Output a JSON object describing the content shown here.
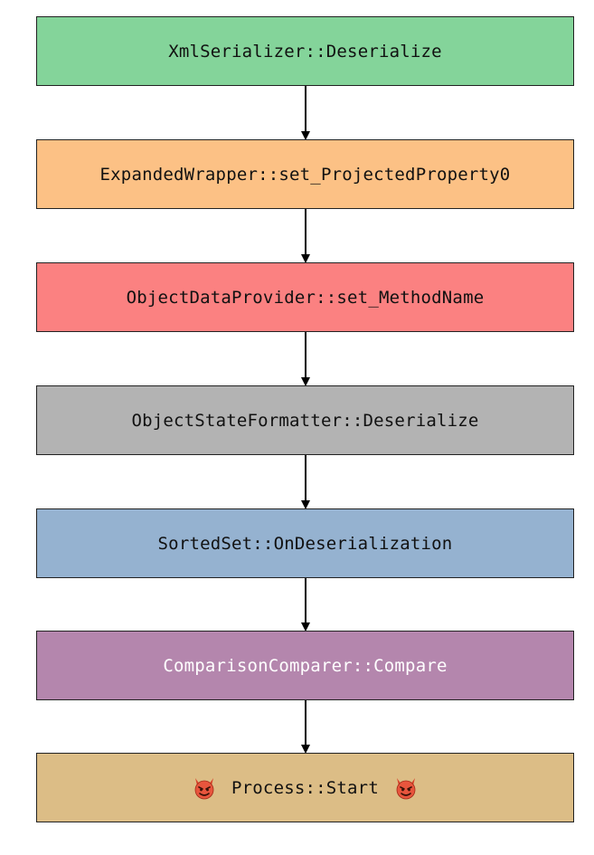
{
  "diagram": {
    "nodes": [
      {
        "label": "XmlSerializer::Deserialize",
        "color": "#84d49a"
      },
      {
        "label": "ExpandedWrapper::set_ProjectedProperty0",
        "color": "#fcc185"
      },
      {
        "label": "ObjectDataProvider::set_MethodName",
        "color": "#fb8181"
      },
      {
        "label": "ObjectStateFormatter::Deserialize",
        "color": "#b3b3b3"
      },
      {
        "label": "SortedSet::OnDeserialization",
        "color": "#95b2d0"
      },
      {
        "label": "ComparisonComparer::Compare",
        "color": "#b486ad"
      },
      {
        "label": "Process::Start",
        "color": "#dcbd86",
        "icon": "devil-icon"
      }
    ],
    "edges": [
      {
        "from": 0,
        "to": 1
      },
      {
        "from": 1,
        "to": 2
      },
      {
        "from": 2,
        "to": 3
      },
      {
        "from": 3,
        "to": 4
      },
      {
        "from": 4,
        "to": 5
      },
      {
        "from": 5,
        "to": 6
      }
    ]
  }
}
